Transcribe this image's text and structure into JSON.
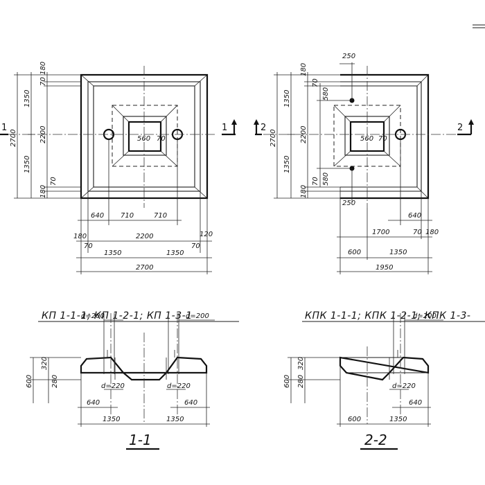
{
  "plan_left": {
    "dims_vertical_outer": {
      "total": "2700",
      "top": "1350",
      "bottom": "1350"
    },
    "dims_vertical_inner": {
      "middle": "2200",
      "top1": "180",
      "top2": "70",
      "bot1": "180",
      "bot2": "70"
    },
    "dims_horizontal": {
      "offset": "640",
      "half1": "710",
      "half2": "710",
      "edge_l": "180",
      "edge_r": "120",
      "inset_l": "70",
      "inset_r": "70",
      "inner": "2200",
      "seg1": "1350",
      "seg2": "1350",
      "total": "2700"
    },
    "hole_label": "560",
    "hole_label_b": "70",
    "section_mark_l": "1",
    "section_mark_r": "1"
  },
  "plan_right": {
    "dims_vertical_outer": {
      "total": "2700",
      "top": "1350",
      "bottom": "1350"
    },
    "dims_vertical_inner": {
      "middle": "2200",
      "top1": "180",
      "top2": "70",
      "bot1": "180",
      "bot2": "70",
      "anchor_top": "580",
      "anchor_bot": "580"
    },
    "dims_horizontal": {
      "anchor_top": "250",
      "anchor_bot": "250",
      "offset": "640",
      "seg_a": "1700",
      "edge_1": "70",
      "edge_2": "180",
      "seg_b": "600",
      "seg_c": "1350",
      "total": "1950"
    },
    "hole_label": "560",
    "hole_label_b": "70",
    "section_mark_l": "2",
    "section_mark_r": "2"
  },
  "titles": {
    "left": "КП 1-1-1; КП 1-2-1; КП 1-3-1",
    "right": "КПК 1-1-1; КПК 1-2-1; КПК 1-3-"
  },
  "section_left": {
    "d_top_l": "d=200",
    "d_top_r": "d=200",
    "d_bot_l": "d=220",
    "d_bot_r": "d=220",
    "h_total": "600",
    "h_top": "320",
    "h_bot": "280",
    "off_l": "640",
    "off_r": "640",
    "seg1": "1350",
    "seg2": "1350",
    "label": "1-1"
  },
  "section_right": {
    "d_top": "d=200",
    "d_bot": "d=220",
    "h_total": "600",
    "h_top": "320",
    "h_bot": "280",
    "off": "640",
    "seg_a": "600",
    "seg_b": "1350",
    "label": "2-2"
  }
}
